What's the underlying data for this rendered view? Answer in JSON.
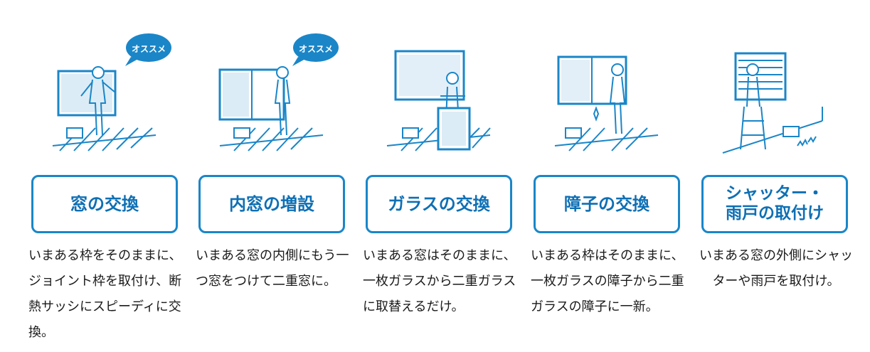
{
  "bubble_label": "オススメ",
  "accent_color": "#1a86c8",
  "items": [
    {
      "title": "窓の交換",
      "description": "いまある枠をそのままに、ジョイント枠を取付け、断熱サッシにスピーディに交換。",
      "recommended": true,
      "illustration": "window-replace-icon"
    },
    {
      "title": "内窓の増設",
      "description": "いまある窓の内側にもう一つ窓をつけて二重窓に。",
      "recommended": true,
      "illustration": "inner-window-icon"
    },
    {
      "title": "ガラスの交換",
      "description": "いまある窓はそのままに、一枚ガラスから二重ガラスに取替えるだけ。",
      "recommended": false,
      "illustration": "glass-replace-icon"
    },
    {
      "title": "障子の交換",
      "description": "いまある枠はそのままに、一枚ガラスの障子から二重ガラスの障子に一新。",
      "recommended": false,
      "illustration": "sash-replace-icon"
    },
    {
      "title_line1": "シャッター・",
      "title_line2": "雨戸の取付け",
      "description": "いまある窓の外側にシャッターや雨戸を取付け。",
      "recommended": false,
      "illustration": "shutter-install-icon"
    }
  ]
}
